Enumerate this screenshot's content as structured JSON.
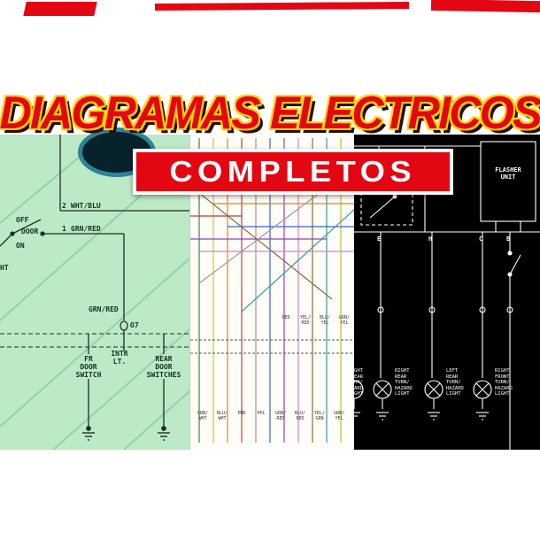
{
  "colors": {
    "brand_red": "#e30613",
    "brand_yellow": "#ffd400",
    "panel_green": "#bce9c6",
    "panel_black": "#000000"
  },
  "header": {
    "title": "DIAGRAMAS ELECTRICOS",
    "banner": "COMPLETOS"
  },
  "left_panel": {
    "pin2": "2",
    "pin2_wire": "WHT/BLU",
    "switch_off": "OFF",
    "switch_door": "DOOR",
    "switch_on": "ON",
    "pin1": "1",
    "pin1_wire": "GRN/RED",
    "edge_label": "HT",
    "mid_wire": "GRN/RED",
    "connector": "O7",
    "intr_lt": "INTR\nLT.",
    "fr_door_switch": "FR\nDOOR\nSWITCH",
    "rear_door_switches": "REAR\nDOOR\nSWITCHES"
  },
  "middle_panel": {
    "top_labels": [
      "RED",
      "YEL/\nRED",
      "BLU/\nYEL",
      "GRN/\nYEL"
    ],
    "bottom_labels": [
      "GRN/\nWHT",
      "BLU/\nWHT",
      "PNK",
      "PPL",
      "GRN/\nRED",
      "BLU/\nRED",
      "YEL/\nGRN",
      "GRN/\nYEL"
    ]
  },
  "right_panel": {
    "flasher_unit": "FLASHER\nUNIT",
    "terminals": [
      "E",
      "H",
      "C",
      "B"
    ],
    "lamps": [
      "RIGHT\nREAR\nTURN/\nHAZARD\nLIGHT",
      "LEFT\nREAR\nTURN/\nHAZARD\nLIGHT",
      "RIGHT\nFRONT\nTURN/\nHAZARD\nLIGHT"
    ],
    "edge_lamp": "RIGHT\nREAR\nTURN/\nHAZARD\nLIGHT"
  }
}
